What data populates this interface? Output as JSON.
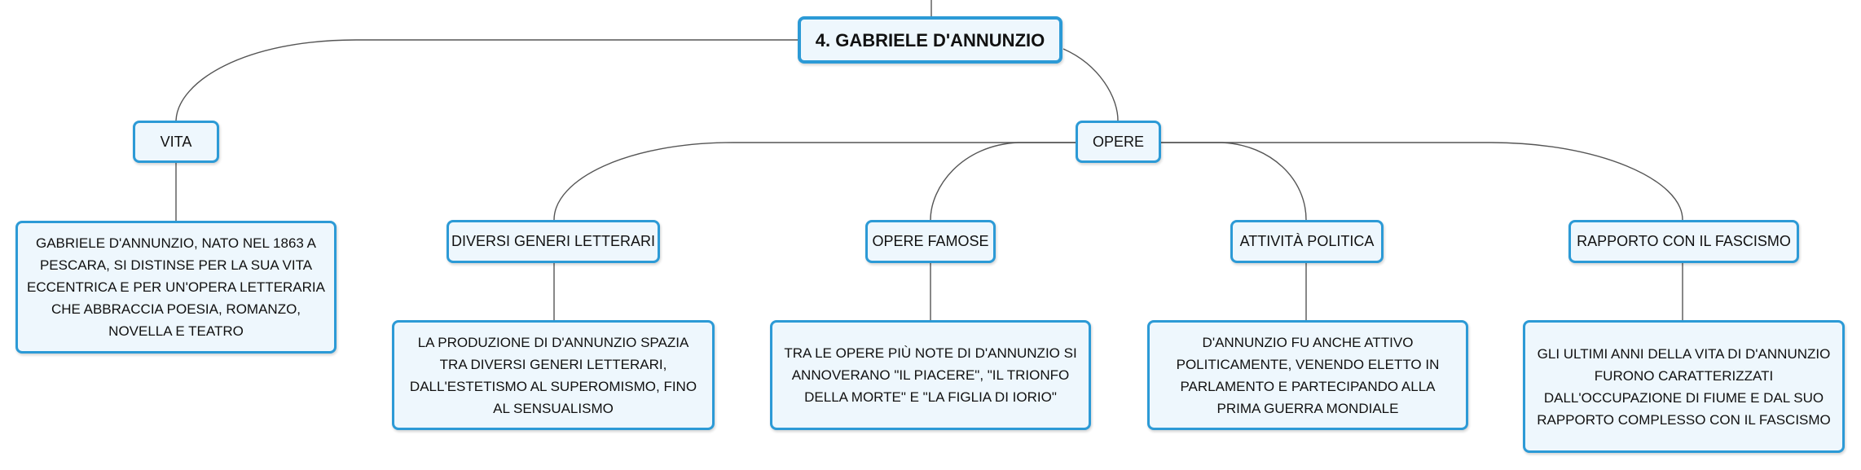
{
  "root": {
    "label": "4. GABRIELE D'ANNUNZIO"
  },
  "vita": {
    "label": "VITA",
    "text": "GABRIELE D'ANNUNZIO, NATO NEL 1863 A PESCARA, SI DISTINSE PER LA SUA VITA ECCENTRICA E PER UN'OPERA LETTERARIA CHE ABBRACCIA POESIA, ROMANZO, NOVELLA E TEATRO"
  },
  "opere": {
    "label": "OPERE",
    "branches": [
      {
        "label": "DIVERSI GENERI LETTERARI",
        "text": "LA PRODUZIONE DI D'ANNUNZIO SPAZIA TRA DIVERSI GENERI LETTERARI, DALL'ESTETISMO AL SUPEROMISMO, FINO AL SENSUALISMO"
      },
      {
        "label": "OPERE FAMOSE",
        "text": "TRA LE OPERE PIÙ NOTE DI D'ANNUNZIO SI ANNOVERANO \"IL PIACERE\", \"IL TRIONFO DELLA MORTE\" E \"LA FIGLIA DI IORIO\""
      },
      {
        "label": "ATTIVITÀ POLITICA",
        "text": "D'ANNUNZIO FU ANCHE ATTIVO POLITICAMENTE, VENENDO ELETTO IN PARLAMENTO E PARTECIPANDO ALLA PRIMA GUERRA MONDIALE"
      },
      {
        "label": "RAPPORTO CON IL FASCISMO",
        "text": "GLI ULTIMI ANNI DELLA VITA DI D'ANNUNZIO FURONO CARATTERIZZATI DALL'OCCUPAZIONE DI FIUME E DAL SUO RAPPORTO COMPLESSO CON IL FASCISMO"
      }
    ]
  },
  "colors": {
    "border": "#2c9ad6",
    "fill": "#eef7fd",
    "line": "#555555"
  }
}
